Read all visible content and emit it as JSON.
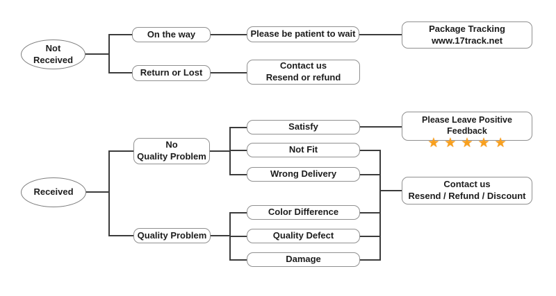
{
  "colors": {
    "star": "#F8A01E",
    "line": "#3b3b3b",
    "box_border": "#8f8f8f",
    "background": "#ffffff"
  },
  "nodes": {
    "not_received": "Not\nReceived",
    "on_the_way": "On the way",
    "be_patient": "Please be patient to wait",
    "package_tracking": "Package Tracking\nwww.17track.net",
    "return_or_lost": "Return or Lost",
    "contact_resend_refund": "Contact us\nResend or refund",
    "received": "Received",
    "no_quality_problem": "No\nQuality Problem",
    "quality_problem": "Quality Problem",
    "satisfy": "Satisfy",
    "not_fit": "Not Fit",
    "wrong_delivery": "Wrong Delivery",
    "color_difference": "Color Difference",
    "quality_defect": "Quality Defect",
    "damage": "Damage",
    "positive_feedback": "Please Leave Positive Feedback",
    "star": "★",
    "contact_resend_refund_discount": "Contact us\nResend / Refund / Discount"
  }
}
